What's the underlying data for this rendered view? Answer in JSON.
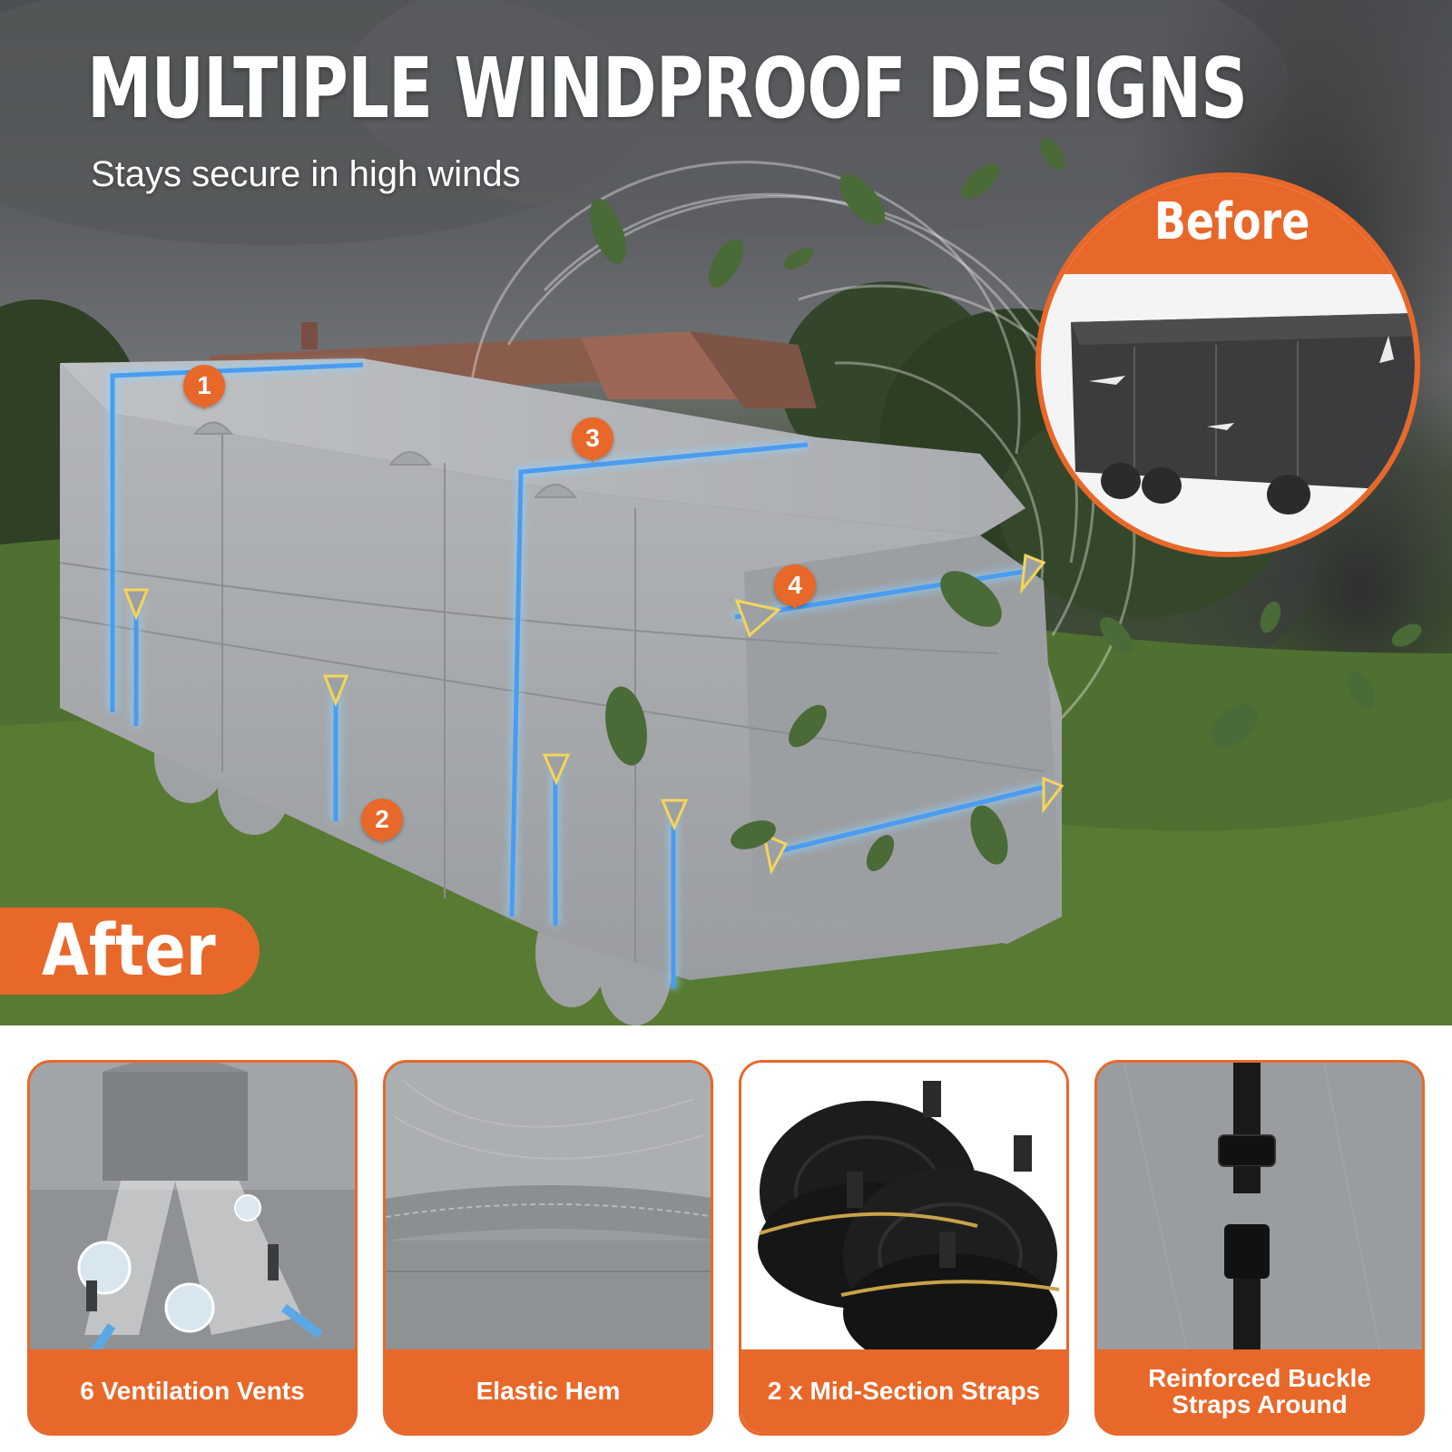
{
  "hero": {
    "title": "MULTIPLE WINDPROOF DESIGNS",
    "subtitle": "Stays secure in high winds",
    "after_label": "After",
    "before_label": "Before",
    "markers": [
      "1",
      "2",
      "3",
      "4"
    ]
  },
  "features": [
    {
      "label": "6 Ventilation Vents"
    },
    {
      "label": "Elastic Hem"
    },
    {
      "label": "2 x Mid-Section Straps"
    },
    {
      "label": "Reinforced Buckle\nStraps Around"
    }
  ],
  "colors": {
    "accent": "#e8682a",
    "strap_blue": "#4a9cf0",
    "cover_gray": "#a7aaad",
    "white": "#ffffff"
  }
}
